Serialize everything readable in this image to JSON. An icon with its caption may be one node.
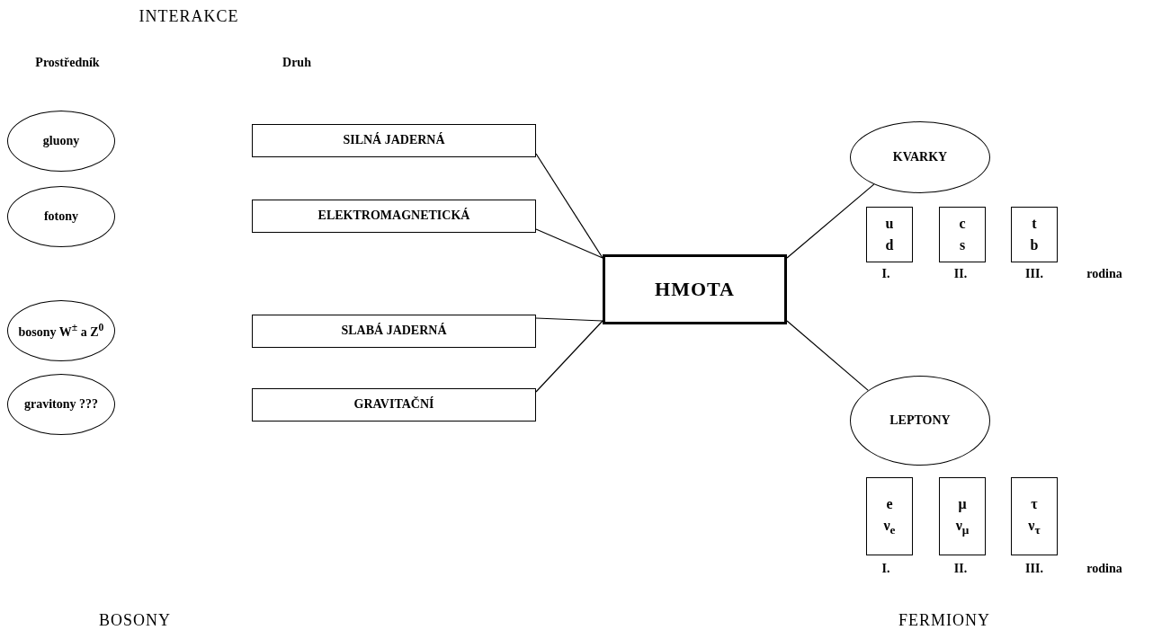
{
  "diagram": {
    "nodes": [
      {
        "text": [
          "gluony"
        ]
      },
      {
        "text": [
          "fotony"
        ]
      },
      {
        "text": [
          "bosony W$^{±}$ a Z$^{0}$"
        ]
      },
      {
        "text": [
          "gravitony ???"
        ]
      },
      {
        "text": [
          "SILNÁ JADERNÁ"
        ]
      },
      {
        "text": [
          "ELEKTROMAGNETICKÁ"
        ]
      },
      {
        "text": [
          "SLABÁ JADERNÁ"
        ]
      },
      {
        "text": [
          "GRAVITAČNÍ"
        ]
      },
      {
        "text": [
          "HMOTA"
        ]
      },
      {
        "text": [
          "KVARKY"
        ]
      },
      {
        "text": [
          "LEPTONY"
        ]
      },
      {
        "text": [
          "u",
          "d"
        ]
      },
      {
        "text": [
          "c",
          "s"
        ]
      },
      {
        "text": [
          "t",
          "b"
        ]
      },
      {
        "text": [
          "e",
          "ν$_{e}$"
        ]
      },
      {
        "text": [
          "μ",
          "ν$_{μ}$"
        ]
      },
      {
        "text": [
          "τ",
          "ν$_{τ}$"
        ]
      }
    ],
    "edges": [
      {
        "from": 4,
        "to": 8,
        "arrow": "none"
      },
      {
        "from": 5,
        "to": 8,
        "arrow": "none"
      },
      {
        "from": 6,
        "to": 8,
        "arrow": "none"
      },
      {
        "from": 7,
        "to": 8,
        "arrow": "none"
      },
      {
        "from": 8,
        "to": 9,
        "arrow": "none"
      },
      {
        "from": 8,
        "to": 10,
        "arrow": "none"
      }
    ],
    "labels": [
      "INTERAKCE",
      "Prostředník",
      "Druh",
      "I.",
      "II.",
      "III.",
      "rodina",
      "I.",
      "II.",
      "III.",
      "rodina",
      "BOSONY",
      "FERMIONY"
    ]
  }
}
